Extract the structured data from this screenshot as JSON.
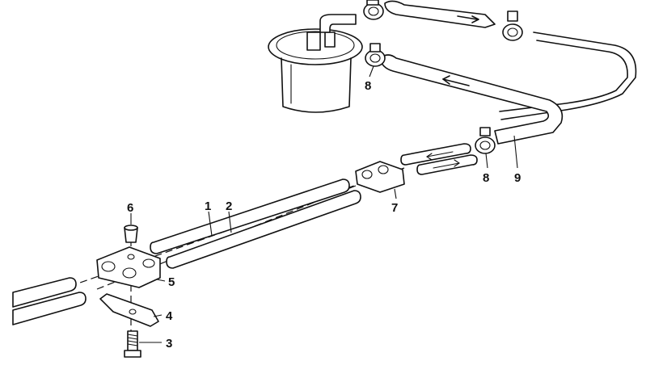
{
  "callouts": [
    {
      "id": "1",
      "label": "1",
      "part": "fuel-pipe"
    },
    {
      "id": "2",
      "label": "2",
      "part": "fuel-return-pipe"
    },
    {
      "id": "3",
      "label": "3",
      "part": "screw"
    },
    {
      "id": "4",
      "label": "4",
      "part": "clamping-plate"
    },
    {
      "id": "5",
      "label": "5",
      "part": "pipe-holder"
    },
    {
      "id": "6",
      "label": "6",
      "part": "cap"
    },
    {
      "id": "7",
      "label": "7",
      "part": "pipe-holder"
    },
    {
      "id": "8a",
      "label": "8",
      "part": "hose-clamp"
    },
    {
      "id": "8b",
      "label": "8",
      "part": "hose-clamp"
    },
    {
      "id": "9",
      "label": "9",
      "part": "fuel-hose"
    }
  ],
  "colors": {
    "line": "#111111",
    "background": "#ffffff"
  }
}
